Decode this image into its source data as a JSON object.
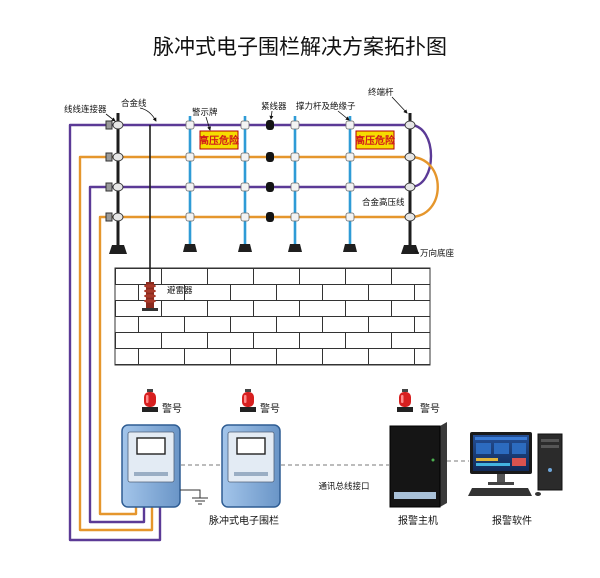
{
  "title": "脉冲式电子围栏解决方案拓扑图",
  "fence": {
    "wire_connector_label": "线线连接器",
    "alloy_wire_label": "合金线",
    "warning_sign_label": "警示牌",
    "tensioner_label": "紧线器",
    "support_post_label": "撑力杆及绝缘子",
    "terminal_post_label": "终端杆",
    "hv_wire_label": "合金高压线",
    "base_label": "万向底座",
    "lightning_arrester_label": "避雷器",
    "warning_sign_text": "高压危险"
  },
  "devices": {
    "siren_label": "警号",
    "fence_controller_label": "脉冲式电子围栏",
    "bus_interface_label": "通讯总线接口",
    "alarm_host_label": "报警主机",
    "alarm_software_label": "报警软件"
  },
  "colors": {
    "wire_purple": "#5b3a96",
    "wire_orange": "#e5962c",
    "post_blue": "#2e9bd6",
    "warning_yellow": "#f6dc00",
    "warning_red": "#d11a1a",
    "siren_red": "#d71f1f"
  }
}
